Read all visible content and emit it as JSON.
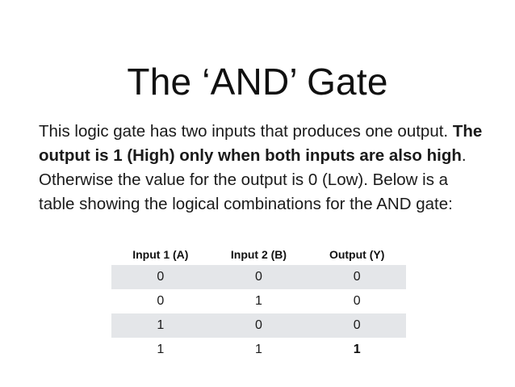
{
  "slide": {
    "title": "The ‘AND’ Gate",
    "paragraph": {
      "segments": [
        {
          "text": "This logic gate has two inputs that produces one output. ",
          "bold": false
        },
        {
          "text": "The output is 1 (High) only when both inputs are also high",
          "bold": true
        },
        {
          "text": ". Otherwise the value for the output is 0 (Low). Below is a table showing the logical combinations for the AND gate:",
          "bold": false
        }
      ],
      "plain": "This logic gate has two inputs that produces one output. The output is 1 (High) only when both inputs are also high. Otherwise the value for the output is 0 (Low). Below is a table showing the logical combinations for the AND gate:"
    },
    "table": {
      "headers": [
        "Input 1 (A)",
        "Input 2 (B)",
        "Output (Y)"
      ],
      "rows": [
        {
          "cells": [
            "0",
            "0",
            "0"
          ],
          "shaded": true,
          "bold_output": false
        },
        {
          "cells": [
            "0",
            "1",
            "0"
          ],
          "shaded": false,
          "bold_output": false
        },
        {
          "cells": [
            "1",
            "0",
            "0"
          ],
          "shaded": true,
          "bold_output": false
        },
        {
          "cells": [
            "1",
            "1",
            "1"
          ],
          "shaded": false,
          "bold_output": true
        }
      ],
      "shade_color": "#e4e6e9"
    },
    "colors": {
      "background": "#ffffff",
      "text": "#1a1a1a",
      "title": "#101010"
    }
  }
}
